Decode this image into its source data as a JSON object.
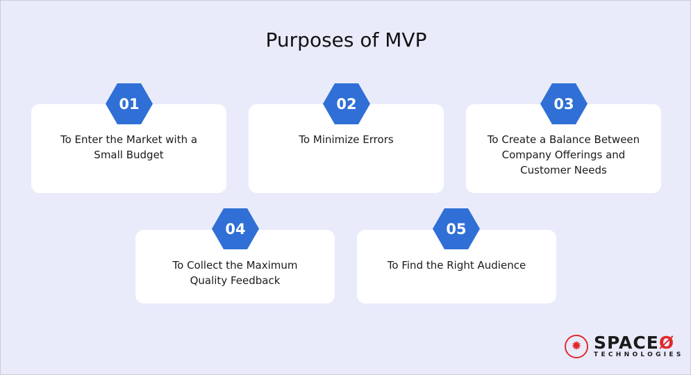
{
  "title": "Purposes of MVP",
  "items": [
    {
      "num": "01",
      "text": "To Enter the Market with a Small Budget"
    },
    {
      "num": "02",
      "text": "To Minimize Errors"
    },
    {
      "num": "03",
      "text": "To Create a Balance Between Company Offerings and Customer Needs"
    },
    {
      "num": "04",
      "text": "To Collect the Maximum Quality Feedback"
    },
    {
      "num": "05",
      "text": "To Find the Right Audience"
    }
  ],
  "logo": {
    "name": "SPACE",
    "mark": "Ø",
    "sub": "TECHNOLOGIES",
    "icon": "maple-leaf-icon"
  },
  "colors": {
    "accent": "#2f6fd6",
    "background": "#e9ebfb",
    "brand_red": "#e02a2a"
  }
}
